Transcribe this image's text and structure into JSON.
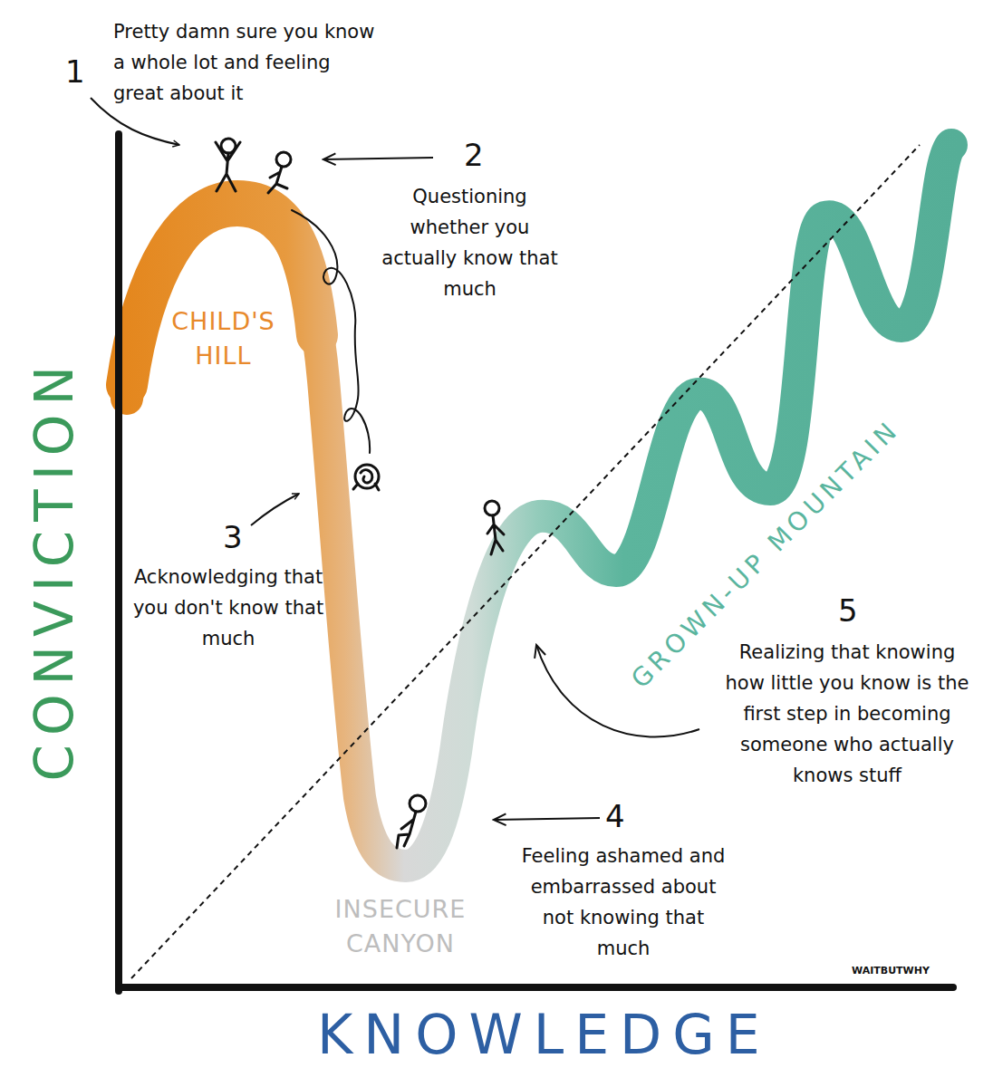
{
  "diagram": {
    "labels": [
      "1",
      "Pretty damn sure you know a whole lot and feeling great about it",
      "2",
      "Questioning whether you actually know that much",
      "3",
      "Acknowledging that you don't know that much",
      "4",
      "Feeling ashamed and embarrassed about not knowing that much",
      "5",
      "Realizing that knowing how little you know is the first step in becoming someone who actually knows stuff",
      "CHILD'S HILL",
      "INSECURE CANYON",
      "GROWN-UP MOUNTAIN",
      "CONVICTION",
      "KNOWLEDGE",
      "WAITBUTWHY"
    ]
  }
}
